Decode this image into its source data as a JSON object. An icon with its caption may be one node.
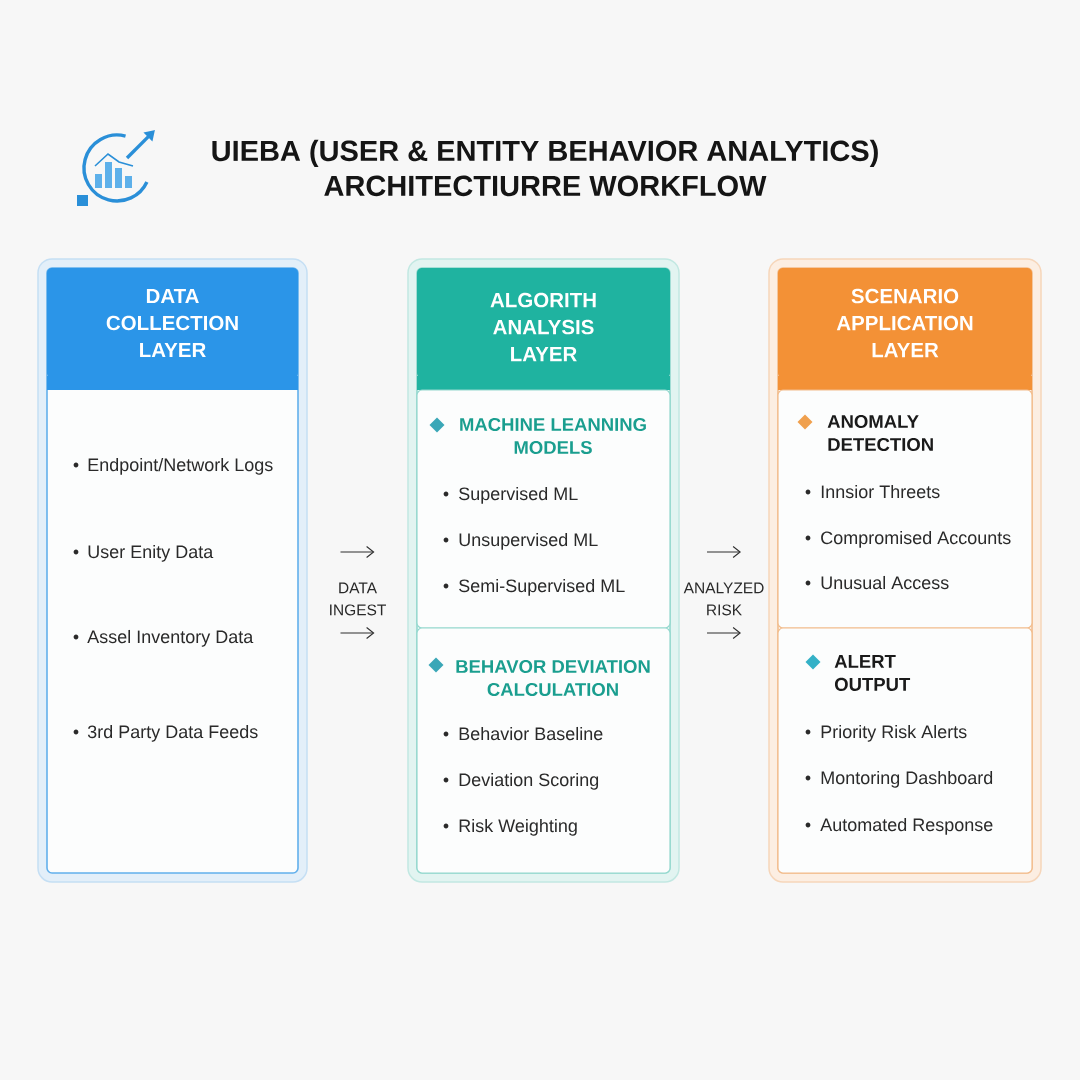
{
  "diagram": {
    "title": "UIEBA (USER & ENTITY BEHAVIOR ANALYTICS) ARCHITECTIURRE WORKFLOW",
    "nodes": [
      {
        "text": [
          "DATA COLLECTION LAYER",
          "Endpoint/Network Logs",
          "User Enity Data",
          "Assel Inventory Data",
          "3rd Party Data Feeds"
        ]
      },
      {
        "text": [
          "ALGORITH ANALYSIS LAYER"
        ]
      },
      {
        "text": [
          "MACHINE LEANNING MODELS",
          "Supervised ML",
          "Unsupervised ML",
          "Semi-Supervised ML"
        ],
        "in": 1
      },
      {
        "text": [
          "BEHAVOR DEVIATION CALCULATION",
          "Behavior Baseline",
          "Deviation Scoring",
          "Risk Weighting"
        ],
        "in": 1
      },
      {
        "text": [
          "SCENARIO APPLICATION LAYER"
        ]
      },
      {
        "text": [
          "ANOMALY DETECTION",
          "Innsior Threets",
          "Compromised Accounts",
          "Unusual Access"
        ],
        "in": 4
      },
      {
        "text": [
          "ALERT OUTPUT",
          "Priority Risk Alerts",
          "Montoring Dashboard",
          "Automated Response"
        ],
        "in": 4
      }
    ],
    "edges": [
      {
        "from": 0,
        "to": 1,
        "arrow": "to"
      },
      {
        "from": 0,
        "to": 1,
        "arrow": "to"
      },
      {
        "from": 1,
        "to": 4,
        "arrow": "to"
      },
      {
        "from": 1,
        "to": 4,
        "arrow": "to"
      }
    ],
    "labels": [
      "DATA INGEST",
      "ANALYZED RISK"
    ]
  }
}
